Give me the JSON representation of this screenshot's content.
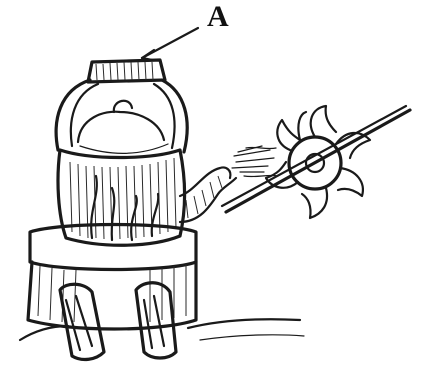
{
  "figure": {
    "label_a": "A",
    "scene": {
      "objects": [
        "kettle",
        "lid",
        "handle",
        "spout",
        "steam-jet",
        "turbine-wheel",
        "axle",
        "stove",
        "fire",
        "logs"
      ]
    },
    "colors": {
      "ink": "#1a1a1a",
      "paper": "#ffffff"
    }
  }
}
